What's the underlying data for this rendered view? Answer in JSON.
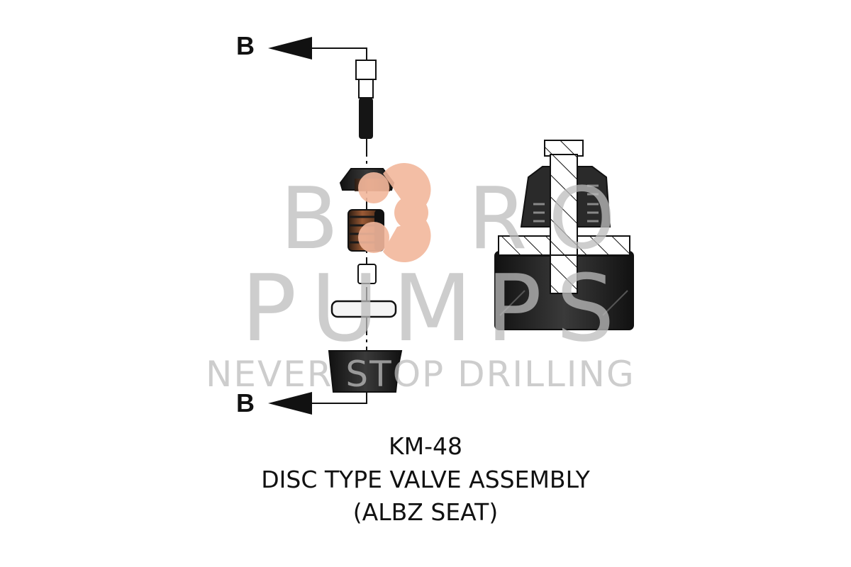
{
  "section_marker": {
    "top": "B",
    "bottom": "B"
  },
  "title": {
    "model": "KM-48",
    "name": "DISC TYPE VALVE ASSEMBLY",
    "subtitle": "(ALBZ SEAT)"
  },
  "watermark": {
    "line1": "BORO",
    "line2": "PUMPS",
    "tagline": "NEVER STOP DRILLING",
    "accent_color": "#f2b79c"
  },
  "colors": {
    "ink": "#111111",
    "bronze": "#8a4a2a",
    "watermark": "#bdbdbd"
  }
}
